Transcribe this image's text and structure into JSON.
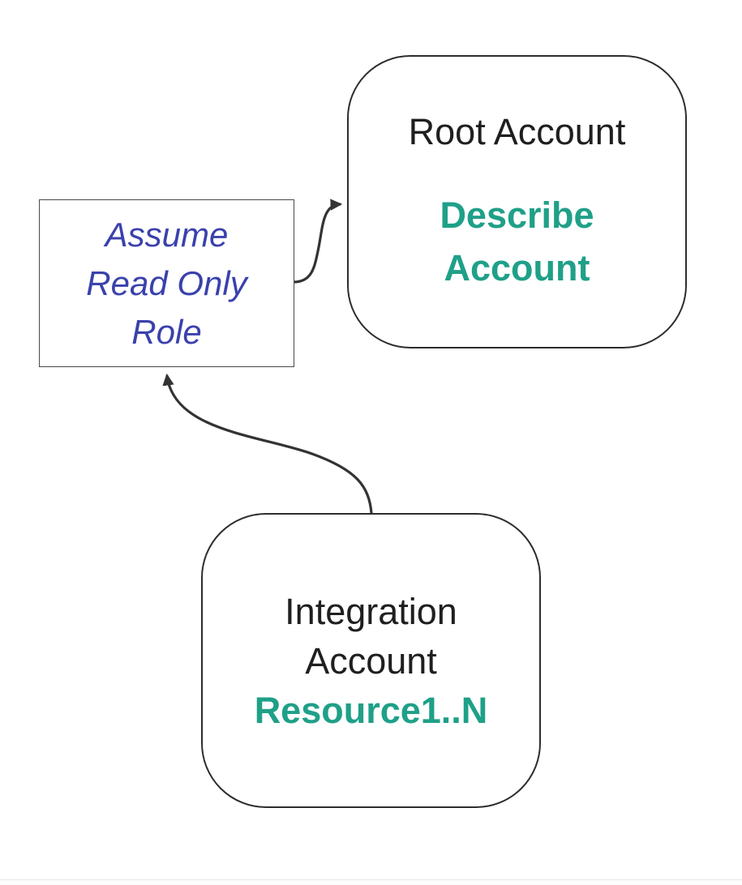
{
  "diagram": {
    "nodes": {
      "root_account": {
        "title": "Root Account",
        "action": "Describe\nAccount"
      },
      "assume_role": {
        "label": "Assume\nRead Only\nRole"
      },
      "integration_account": {
        "title": "Integration\nAccount",
        "action": "Resource1..N"
      }
    },
    "colors": {
      "accent_teal": "#1FA088",
      "accent_blue": "#3A41AC",
      "node_border": "#2D2D2D",
      "rect_border": "#4A4A4A",
      "text": "#1F1F1F",
      "arrow": "#333333",
      "divider": "#E8E8E8"
    }
  }
}
